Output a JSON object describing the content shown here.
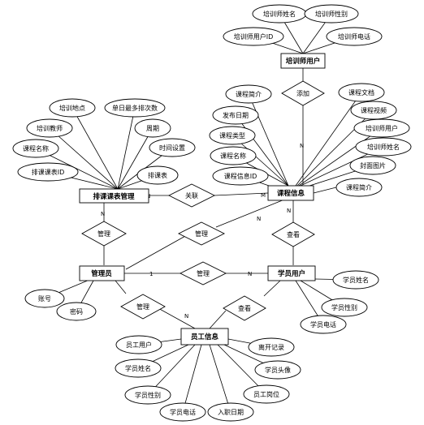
{
  "entities": {
    "teacher_user": "培训师用户",
    "course_info": "课程信息",
    "schedule_mgmt": "排课课表管理",
    "admin": "管理员",
    "student_user": "学员用户",
    "staff_info": "员工信息"
  },
  "relations": {
    "add": "添加",
    "associate": "关联",
    "manage_schedule": "管理",
    "manage_course": "管理",
    "view_course": "查看",
    "admin_student": "管理",
    "manage_staff": "管理",
    "view_staff": "查看"
  },
  "attributes": {
    "teacher_name": "培训师姓名",
    "teacher_gender": "培训师性别",
    "teacher_user_id": "培训师用户ID",
    "teacher_phone": "培训师电话",
    "course_intro_top": "课程简介",
    "course_doc": "课程文档",
    "publish_date": "发布日期",
    "course_video": "课程视频",
    "course_type": "课程类型",
    "course_teacher_user": "培训师用户",
    "course_name": "课程名称",
    "course_teacher_name": "培训师姓名",
    "course_info_id": "课程信息ID",
    "cover_image": "封面图片",
    "course_intro": "课程简介",
    "location": "培训地点",
    "max_per_day": "单日最多排次数",
    "trainer": "培训教师",
    "week": "周期",
    "course_name_2": "课程名称",
    "time_setting": "时间设置",
    "schedule_id": "排课课表ID",
    "schedule": "排课表",
    "account": "账号",
    "password": "密码",
    "student_name": "学员姓名",
    "student_gender": "学员性别",
    "student_phone": "学员电话",
    "staff_user": "员工用户",
    "staff_student_name": "学员姓名",
    "staff_student_gender": "学员性别",
    "staff_student_phone": "学员电话",
    "entry_date": "入职日期",
    "staff_position": "员工岗位",
    "student_avatar": "学员头像",
    "leave_record": "离开记录"
  },
  "cardinalities": {
    "one": "1",
    "n": "N",
    "m": "M"
  }
}
